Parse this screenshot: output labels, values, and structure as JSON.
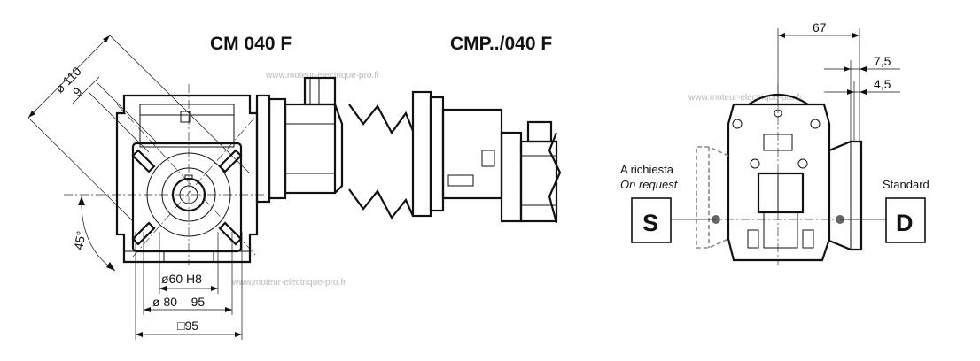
{
  "titles": {
    "left": "CM 040 F",
    "middle": "CMP../040 F"
  },
  "dimensions": {
    "diag_110": "ø 110",
    "hole_9": "9",
    "angle_45": "45°",
    "bore": "ø60 H8",
    "pcd": "ø 80 – 95",
    "square": "□95",
    "width_67": "67",
    "offset_7_5": "7,5",
    "offset_4_5": "4,5"
  },
  "side_view": {
    "request_label": "A richiesta",
    "request_label_en": "On request",
    "standard_label": "Standard",
    "left_box": "S",
    "right_box": "D"
  },
  "watermarks": {
    "wm1": "www.moteur-electrique-pro.fr",
    "wm2": "www.moteur-electrique-pro.fr",
    "wm3": "www.moteur-electrique-pro.fr"
  }
}
